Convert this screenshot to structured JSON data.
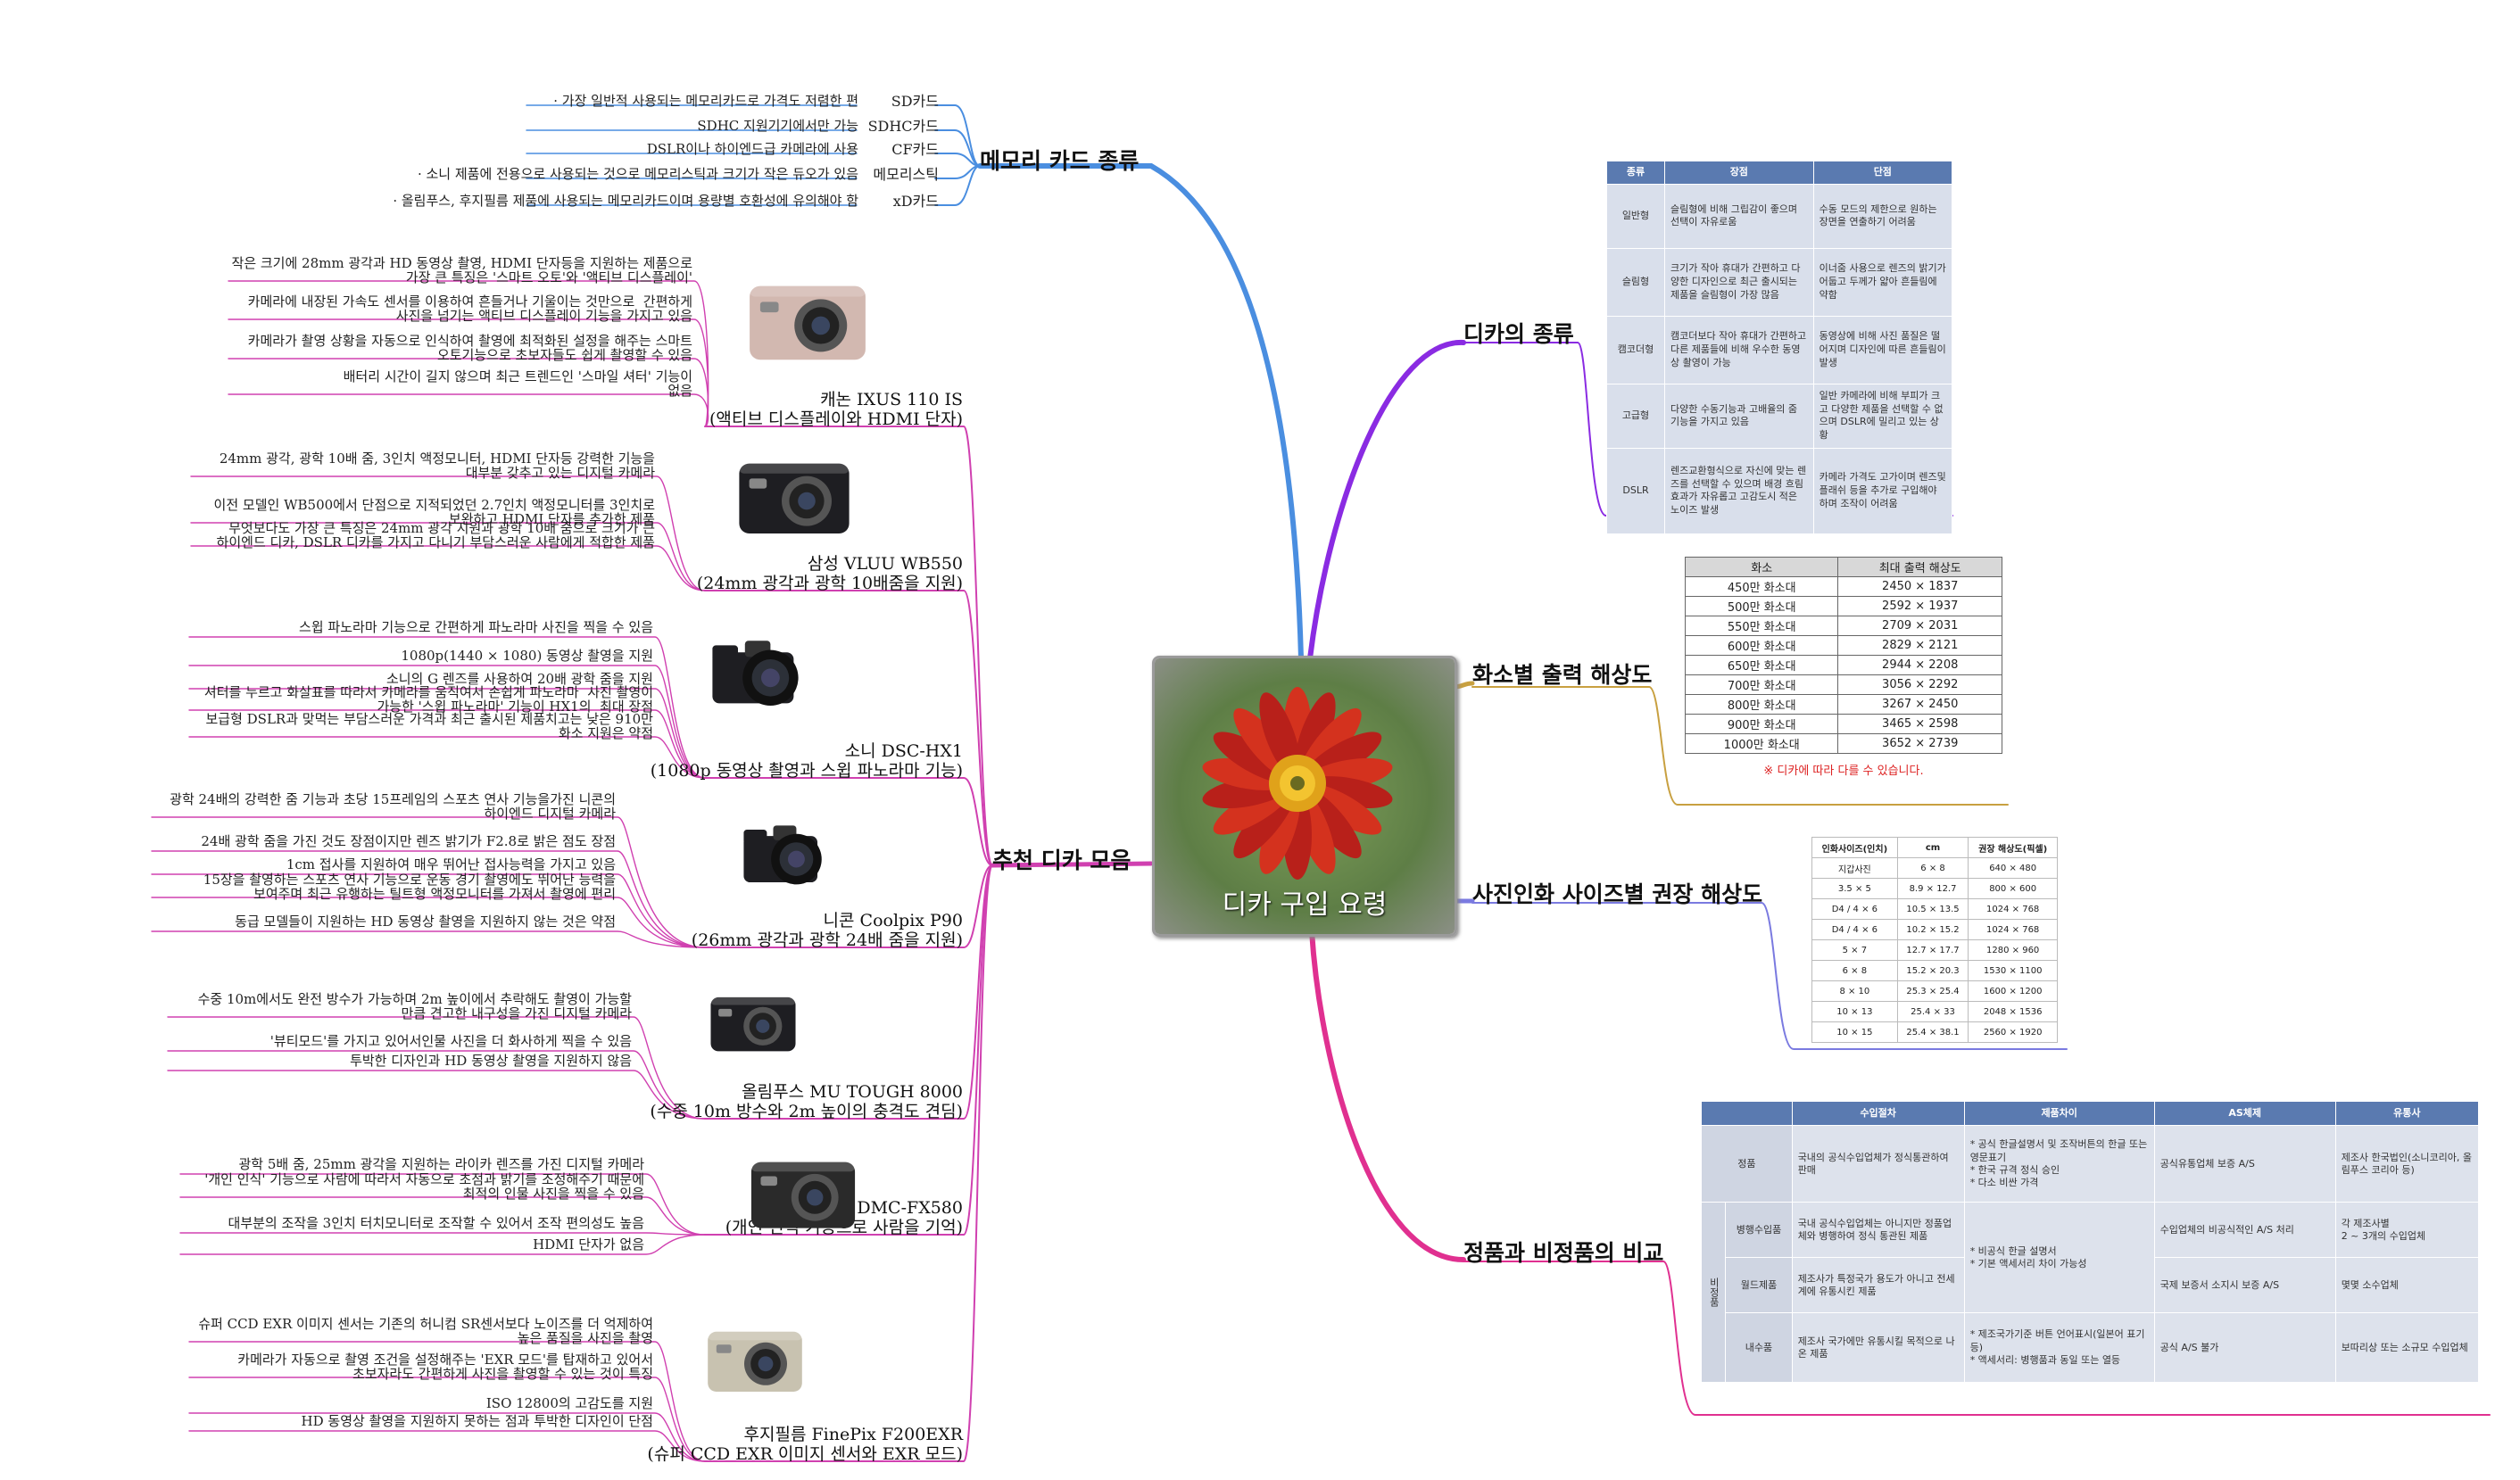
{
  "center": {
    "title": "디카 구입 요령"
  },
  "colors": {
    "memory": "#4a8ee0",
    "types": "#8a2be2",
    "resolution": "#c8a040",
    "print": "#7a7ae0",
    "compare": "#e03090",
    "recommend": "#d040b0"
  },
  "memory_card": {
    "title": "메모리 카드 종류",
    "items": [
      {
        "type": "SD카드",
        "desc": "· 가장 일반적 사용되는 메모리카드로 가격도 저렴한 편"
      },
      {
        "type": "SDHC카드",
        "desc": "SDHC 지원기기에서만 가능"
      },
      {
        "type": "CF카드",
        "desc": "DSLR이나 하이엔드급 카메라에 사용"
      },
      {
        "type": "메모리스틱",
        "desc": "· 소니 제품에 전용으로 사용되는 것으로  메모리스틱과 크기가 작은 듀오가 있음"
      },
      {
        "type": "xD카드",
        "desc": "· 올림푸스, 후지필름 제품에 사용되는 메모리카드이며 용량별 호환성에 유의해야 함"
      }
    ]
  },
  "camera_types": {
    "title": "디카의 종류",
    "headers": [
      "종류",
      "장점",
      "단점"
    ],
    "rows": [
      [
        "일반형",
        "슬림형에 비해 그립감이 좋으며 선택이 자유로움",
        "수동 모드의 제한으로 원하는 장면을 연출하기 어려움"
      ],
      [
        "슬림형",
        "크기가 작아 휴대가 간편하고 다양한 디자인으로 최근 출시되는 제품을 슬림형이 가장 많음",
        "이너줌 사용으로 렌즈의 밝기가 어둡고 두께가 얇아 흔들림에 약함"
      ],
      [
        "캠코더형",
        "캠코더보다 작아 휴대가 간편하고 다른 제품들에 비해 우수한 동영상 촬영이 가능",
        "동영상에 비해 사진 품질은 떨어지며 디자인에 따른 흔들림이 발생"
      ],
      [
        "고급형",
        "다양한 수동기능과 고배율의 줌 기능을 가지고 있음",
        "일반 카메라에 비해 부피가 크고 다양한 제품을 선택할 수 없으며 DSLR에 밀리고 있는 상황"
      ],
      [
        "DSLR",
        "렌즈교환형식으로 자신에 맞는 렌즈를 선택할 수 있으며 배경 흐림 효과가 자유롭고 고감도시 적은 노이즈 발생",
        "카메라 가격도 고가이며 렌즈및 플래쉬 등을 추가로 구입해야 하며 조작이 어려움"
      ]
    ]
  },
  "resolution": {
    "title": "화소별 출력 해상도",
    "headers": [
      "화소",
      "최대 출력 해상도"
    ],
    "rows": [
      [
        "450만 화소대",
        "2450 × 1837"
      ],
      [
        "500만 화소대",
        "2592 × 1937"
      ],
      [
        "550만 화소대",
        "2709 × 2031"
      ],
      [
        "600만 화소대",
        "2829 × 2121"
      ],
      [
        "650만 화소대",
        "2944 × 2208"
      ],
      [
        "700만 화소대",
        "3056 × 2292"
      ],
      [
        "800만 화소대",
        "3267 × 2450"
      ],
      [
        "900만 화소대",
        "3465 × 2598"
      ],
      [
        "1000만 화소대",
        "3652 × 2739"
      ]
    ],
    "note": "※ 디카에 따라 다를 수 있습니다."
  },
  "print_size": {
    "title": "사진인화 사이즈별 권장 해상도",
    "headers": [
      "인화사이즈(인치)",
      "cm",
      "권장 해상도(픽셀)"
    ],
    "rows": [
      [
        "지갑사진",
        "6 × 8",
        "640 × 480"
      ],
      [
        "3.5 × 5",
        "8.9 × 12.7",
        "800 × 600"
      ],
      [
        "D4 / 4 × 6",
        "10.5 × 13.5",
        "1024 × 768"
      ],
      [
        "D4 / 4 × 6",
        "10.2 × 15.2",
        "1024 × 768"
      ],
      [
        "5 × 7",
        "12.7 × 17.7",
        "1280 × 960"
      ],
      [
        "6 × 8",
        "15.2 × 20.3",
        "1530 × 1100"
      ],
      [
        "8 × 10",
        "25.3 × 25.4",
        "1600 × 1200"
      ],
      [
        "10 × 13",
        "25.4 × 33",
        "2048 × 1536"
      ],
      [
        "10 × 15",
        "25.4 × 38.1",
        "2560 × 1920"
      ]
    ]
  },
  "genuine": {
    "title": "정품과 비정품의 비교",
    "headers": [
      "",
      "수입절차",
      "제품차이",
      "AS체제",
      "유통사"
    ],
    "row_genuine": [
      "정품",
      "국내의 공식수입업체가 정식통관하여 판매",
      "* 공식 한글설명서 및 조작버튼의 한글 또는 영문표기\n* 한국 규격 정식 승인\n* 다소 비싼 가격",
      "공식유통업체 보증 A/S",
      "제조사 한국법인(소니코리아, 올림푸스 코리아 등)"
    ],
    "group_label": "비정품",
    "rows_non": [
      [
        "병행수입품",
        "국내 공식수입업체는 아니지만 정품업체와 병행하여 정식 통관된 제품",
        "수입업체의 비공식적인 A/S 처리",
        "각 제조사별\n2 ~ 3개의 수입업체"
      ],
      [
        "월드제품",
        "제조사가 특정국가 용도가 아니고 전세계에 유통시킨 제품",
        "국제 보증서 소지시 보증 A/S",
        "몇몇 소수업체"
      ],
      [
        "내수품",
        "제조사 국가에만 유통시킬 목적으로 나온 제품",
        "공식 A/S 불가",
        "보따리상 또는 소규모 수입업체"
      ]
    ],
    "non_diff_a": "* 비공식 한글 설명서\n* 기본 액세서리 차이 가능성",
    "non_diff_b": "* 제조국가기준 버튼 언어표시(일본어 표기 등)\n* 액세서리: 병행품과 동일 또는 열등"
  },
  "recommend": {
    "title": "추천 디카 모음",
    "cameras": [
      {
        "name": "캐논 IXUS 110 IS",
        "sub": "(액티브 디스플레이와 HDMI 단자)",
        "points": [
          "작은 크기에 28mm 광각과 HD 동영상 촬영, HDMI 단자등을 지원하는 제품으로\n가장 큰 특징은 '스마트 오토'와 '액티브 디스플레이'",
          "카메라에 내장된 가속도 센서를 이용하여 흔들거나 기울이는 것만으로  간편하게\n사진을 넘기는 액티브 디스플레이 기능을 가지고 있음",
          "카메라가 촬영 상황을 자동으로 인식하여 촬영에 최적화된 설정을 해주는 스마트\n오토기능으로 초보자들도 쉽게 촬영할 수 있음",
          "배터리 시간이 길지 않으며 최근 트렌드인 '스마일 셔터' 기능이\n없음"
        ]
      },
      {
        "name": "삼성 VLUU WB550",
        "sub": "(24mm 광각과 광학 10배줌을 지원)",
        "points": [
          "24mm 광각, 광학 10배 줌, 3인치 액정모니터, HDMI 단자등 강력한 기능을\n대부분 갖추고 있는 디지털 카메라",
          "이전 모델인 WB500에서 단점으로 지적되었던 2.7인치 액정모니터를 3인치로\n보완하고 HDMI 단자를 추가한 제품",
          "무엇보다도 가장 큰 특징은 24mm 광각 지원과 광학 10배 줌으로 크기가 큰\n하이엔드 디카, DSLR 디카를 가지고 다니기 부담스러운 사람에게 적합한 제품"
        ]
      },
      {
        "name": "소니 DSC-HX1",
        "sub": "(1080p 동영상 촬영과 스윕 파노라마 기능)",
        "points": [
          "스윕 파노라마 기능으로 간편하게 파노라마 사진을 찍을 수 있음",
          "1080p(1440 × 1080) 동영상 촬영을 지원",
          "소니의 G 렌즈를 사용하여 20배 광학 줌을 지원",
          "셔터를 누르고 화살표를 따라서 카메라를 움직여서 손쉽게 파노라마  사진 촬영이\n가능한 '스윕 파노라마' 기능이 HX1의  최대 장점",
          "보급형 DSLR과 맞먹는 부담스러운 가격과 최근 출시된 제품치고는 낮은 910만\n화소 지원은 약점"
        ]
      },
      {
        "name": "니콘 Coolpix P90",
        "sub": "(26mm 광각과 광학 24배 줌을 지원)",
        "points": [
          "광학 24배의 강력한 줌 기능과 초당 15프레임의 스포츠 연사 기능을가진 니콘의\n하이엔드 디지털 카메라",
          "24배 광학 줌을 가진 것도 장점이지만 렌즈 밝기가 F2.8로 밝은 점도 장점",
          "1cm 접사를 지원하여 매우 뛰어난 접사능력을 가지고 있음",
          "15장을 촬영하는 스포츠 연사 기능으로 운동 경기 촬영에도 뛰어난 능력을\n보여주며 최근 유행하는 틸트형 액정모니터를 가져서 촬영에 편리",
          "동급 모델들이 지원하는 HD 동영상 촬영을 지원하지 않는 것은 약점"
        ]
      },
      {
        "name": "올림푸스 MU TOUGH 8000",
        "sub": "(수중 10m 방수와 2m 높이의 충격도 견딤)",
        "points": [
          "수중 10m에서도 완전 방수가 가능하며 2m 높이에서 추락해도 촬영이 가능할\n만큼 견고한 내구성을 가진 디지털 카메라",
          "'뷰티모드'를 가지고 있어서인물 사진을 더 화사하게 찍을 수 있음",
          "투박한 디자인과 HD 동영상 촬영을 지원하지 않음"
        ]
      },
      {
        "name": "디지털 카메라 DMC-FX580",
        "sub": "(개인 인식 기능으로 사람을 기억)",
        "points": [
          "광학 5배 줌, 25mm 광각을 지원하는 라이카 렌즈를 가진 디지털 카메라",
          "'개인 인식' 기능으로 사람에 따라서 자동으로 초점과 밝기를 조정해주기 때문에\n최적의 인물 사진을 찍을 수 있음",
          "대부분의 조작을 3인치 터치모니터로 조작할 수 있어서 조작 편의성도 높음",
          "HDMI 단자가 없음"
        ]
      },
      {
        "name": "후지필름 FinePix F200EXR",
        "sub": "(슈퍼 CCD EXR 이미지 센서와 EXR 모드)",
        "points": [
          "슈퍼 CCD EXR 이미지 센서는 기존의 허니컴 SR센서보다 노이즈를 더 억제하여\n높은 품질을 사진을 촬영",
          "카메라가 자동으로 촬영 조건을 설정해주는 'EXR 모드'를 탑재하고 있어서\n초보자라도 간편하게 사진을 촬영할 수 있는 것이 특징",
          "ISO 12800의 고감도를 지원",
          "HD 동영상 촬영을 지원하지 못하는 점과 투박한 디자인이 단점"
        ]
      }
    ]
  }
}
